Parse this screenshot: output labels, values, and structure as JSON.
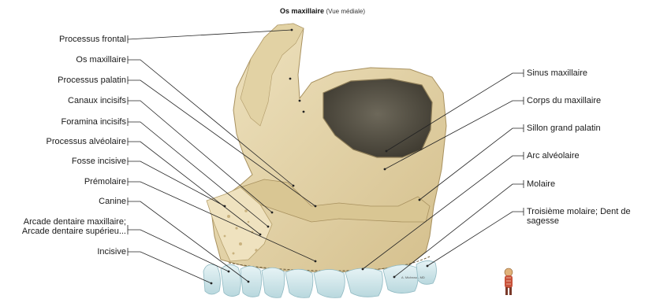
{
  "title": {
    "main": "Os maxillaire",
    "sub": "(Vue médiale)"
  },
  "labels_left": [
    "Processus frontal",
    "Os maxillaire",
    "Processus palatin",
    "Canaux incisifs",
    "Foramina incisifs",
    "Processus alvéolaire",
    "Fosse incisive",
    "Prémolaire",
    "Canine",
    "Arcade dentaire maxillaire;",
    "Arcade dentaire supérieu...",
    "Incisive"
  ],
  "labels_right": [
    "Sinus maxillaire",
    "Corps du maxillaire",
    "Sillon grand palatin",
    "Arc alvéolaire",
    "Molaire",
    "Troisième molaire; Dent de",
    "sagesse"
  ],
  "credit": "A. Micheau - MD",
  "colors": {
    "bone": "#e8d9b0",
    "bone_shade": "#c9b27f",
    "sinus": "#5a5548",
    "teeth": "#cfe6ea",
    "line": "#222222"
  }
}
